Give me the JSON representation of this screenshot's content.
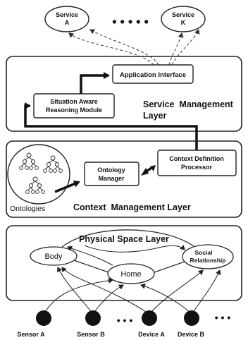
{
  "services": {
    "a": [
      "Service",
      "A"
    ],
    "k": [
      "Service",
      "K"
    ],
    "ellipsis": "• • • • •"
  },
  "service_layer": {
    "title": [
      "Service  Management",
      "Layer"
    ],
    "application_interface": "Application Interface",
    "situation_module": [
      "Situation Aware",
      "Reasoning Module"
    ]
  },
  "context_layer": {
    "title": "Context  Management Layer",
    "ontologies_label": "Ontologies",
    "ontology_manager": [
      "Ontology",
      "Manager"
    ],
    "context_processor": [
      "Context Definition",
      "Processor"
    ]
  },
  "physical_layer": {
    "title": "Physical Space Layer",
    "body": "Body",
    "home": "Home",
    "social": [
      "Social",
      "Relationship"
    ]
  },
  "devices": {
    "sensor_a": "Sensor A",
    "sensor_b": "Sensor B",
    "device_a": "Device A",
    "device_b": "Device B",
    "ellipsis_mid": "• • •",
    "ellipsis_end": "• • •"
  }
}
